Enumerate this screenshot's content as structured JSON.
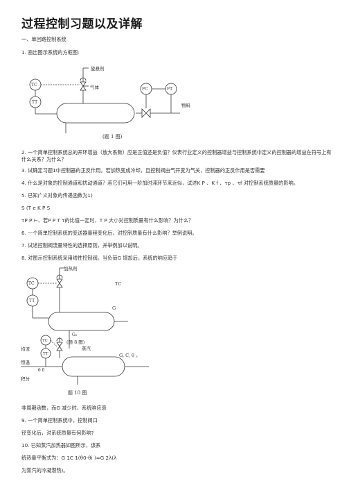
{
  "title": "过程控制习题以及详解",
  "section1": "一、单回路控制系统",
  "q1": "1. 画出图示系统的方框图:",
  "fig1": {
    "label_reagent": "旋悬剂",
    "label_steam": "气体",
    "label_tc": "TC",
    "label_tt": "TT",
    "label_fc": "FC",
    "label_ft": "FT",
    "label_feed": "物料",
    "caption": "(题 1 图)"
  },
  "q2": "2. 一个简单控制系统总的开环增益（放大系数）应是正值还是负值？仪表行业定义的控制器增益与控制系统中定义的控制器的增益在符号上有什么关系？为什么？",
  "q3": "3. 试确定习题1中控制器的正反作用。若加热变成冷却，且控制阀由气开变为气关，控制器的正反作用是否需要",
  "q4": "4. 什么是对象的控制通道和扰动通道？若它们可用一阶加时滞环节来近似，试述K P 、K f 、τp 、τf 对控制系统质量的影响。",
  "q5": "5. 已知广义对象的传递函数为1)",
  "q5_formula": "S (T e K P S",
  "q5_cont": "τP P ⊢、若P P T τ的比值一定时，T P 大小对控制质量有什么影响？为什么？",
  "q6": "6. 一个简单控制系统的变送器量程变化后，对控制质量有什么影响？举例说明。",
  "q7": "7. 试述控制阀流量特性的选择原则，并举例加以说明。",
  "q8": "8. 对图示控制系统采用线性控制阀。当负荷G 增加后，系统的响应趋于",
  "fig2": {
    "label_heat": "加热剂",
    "label_tc": "TC",
    "label_tt": "TT",
    "label_tc2": "TC",
    "label_g": "G",
    "label_g0": "G₀",
    "label_caption8": "(题 8 图)",
    "label_steam": "蒸汽",
    "label_tc3": "TC",
    "label_tt3": "TT",
    "label_right": "G, C, θ 。",
    "label_left1": "均流",
    "label_left2": "恒温",
    "label_theta": "θ 0",
    "label_left3": "积分",
    "caption": "题 10 图"
  },
  "a8": "非周期函数，而G 减少时，系统响应衰",
  "q9": "9. 一个简单控制系统中，控制阀口",
  "q9_cont": "径变化后，对系统质量有何影响?",
  "q10": "10. 已知蒸汽加热器如图所示，该系",
  "q10_cont": "统热量平衡式为：G 1C 1(θ0-θi )=G 2λ(λ",
  "q10_cont2": "为蒸汽的冷凝潜热)。"
}
